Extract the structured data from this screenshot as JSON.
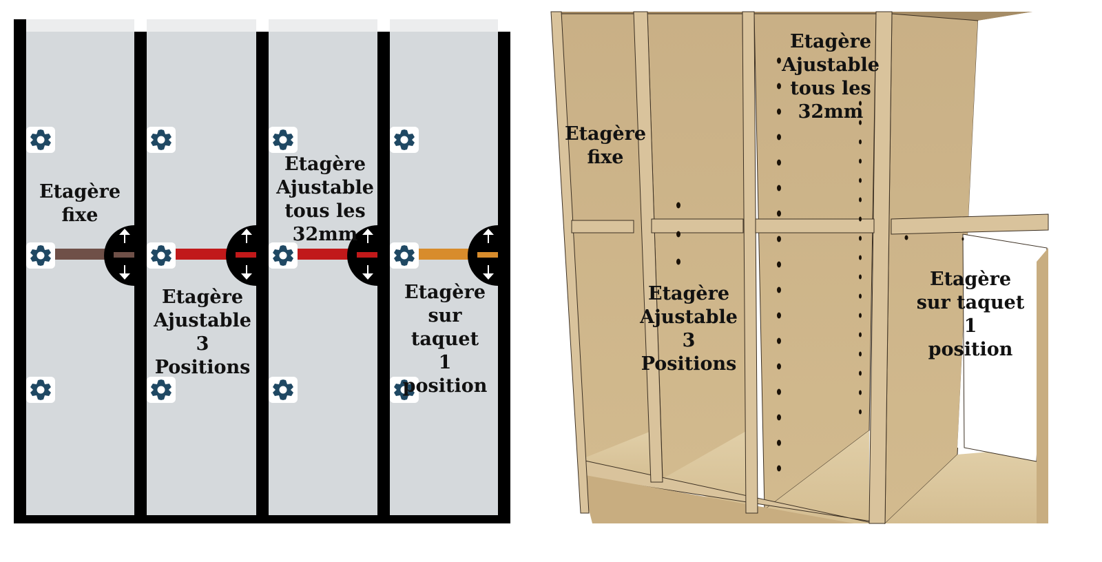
{
  "figure": {
    "colors": {
      "frame": "#000000",
      "column_fill": "#d5d9dc",
      "column_top_strip": "#ecedee",
      "connector": "#1f4863",
      "shelf_fixed": "#6f5048",
      "shelf_adjustable": "#c1191a",
      "shelf_peg": "#d88c2c",
      "wood_light": "#d9c39c",
      "wood_mid": "#c8ad80",
      "wood_dark": "#a58c66",
      "hole": "#1a1208"
    },
    "schematic": {
      "columns": [
        {
          "id": "fixed",
          "label": "Etagère\nfixe",
          "shelf_type": "fixed"
        },
        {
          "id": "adj3",
          "label": "Etagère\nAjustable\n3\nPositions",
          "shelf_type": "adjustable"
        },
        {
          "id": "adj32",
          "label": "Etagère\nAjustable\ntous les\n32mm",
          "shelf_type": "adjustable"
        },
        {
          "id": "peg",
          "label": "Etagère\nsur taquet\n1\nposition",
          "shelf_type": "peg"
        }
      ],
      "connector_icon": "gear-connector-icon",
      "adjust_icon": "up-down-arrows-icon"
    },
    "render3d": {
      "labels": [
        {
          "id": "fixed",
          "text": "Etagère\nfixe"
        },
        {
          "id": "adj32",
          "text": "Etagère\nAjustable\ntous les\n32mm"
        },
        {
          "id": "adj3",
          "text": "Etagère\nAjustable\n3\nPositions"
        },
        {
          "id": "peg",
          "text": "Etagère\nsur taquet\n1\nposition"
        }
      ]
    }
  }
}
